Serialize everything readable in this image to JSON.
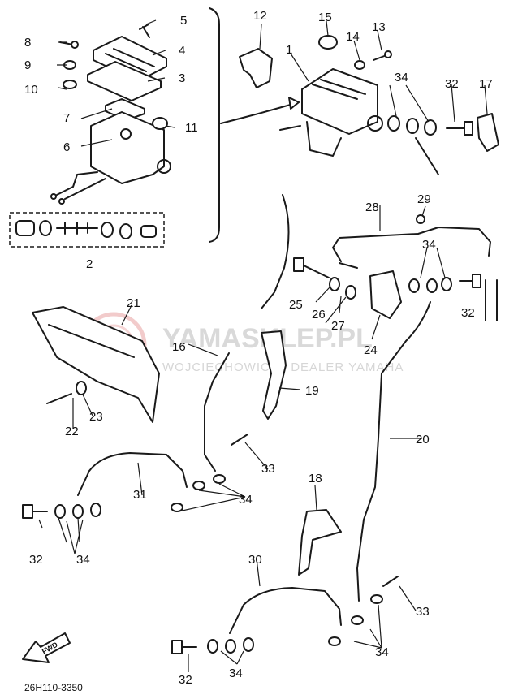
{
  "watermark": {
    "brand": "YAMASKLEP.PL",
    "subtitle": "WOJCIECHOWICZ | DEALER YAMAHA",
    "color": "#e8a0a0"
  },
  "diagram_code": "26H110-3350",
  "forward_label": "FWD",
  "callouts": [
    {
      "id": "c1",
      "text": "1"
    },
    {
      "id": "c2",
      "text": "2"
    },
    {
      "id": "c3",
      "text": "3"
    },
    {
      "id": "c4",
      "text": "4"
    },
    {
      "id": "c5",
      "text": "5"
    },
    {
      "id": "c6",
      "text": "6"
    },
    {
      "id": "c7",
      "text": "7"
    },
    {
      "id": "c8",
      "text": "8"
    },
    {
      "id": "c9",
      "text": "9"
    },
    {
      "id": "c10",
      "text": "10"
    },
    {
      "id": "c11",
      "text": "11"
    },
    {
      "id": "c12",
      "text": "12"
    },
    {
      "id": "c13",
      "text": "13"
    },
    {
      "id": "c14",
      "text": "14"
    },
    {
      "id": "c15",
      "text": "15"
    },
    {
      "id": "c16",
      "text": "16"
    },
    {
      "id": "c17",
      "text": "17"
    },
    {
      "id": "c18",
      "text": "18"
    },
    {
      "id": "c19",
      "text": "19"
    },
    {
      "id": "c20",
      "text": "20"
    },
    {
      "id": "c21",
      "text": "21"
    },
    {
      "id": "c22",
      "text": "22"
    },
    {
      "id": "c23",
      "text": "23"
    },
    {
      "id": "c24",
      "text": "24"
    },
    {
      "id": "c25",
      "text": "25"
    },
    {
      "id": "c26",
      "text": "26"
    },
    {
      "id": "c27",
      "text": "27"
    },
    {
      "id": "c28",
      "text": "28"
    },
    {
      "id": "c29",
      "text": "29"
    },
    {
      "id": "c30",
      "text": "30"
    },
    {
      "id": "c31",
      "text": "31"
    },
    {
      "id": "c32a",
      "text": "32"
    },
    {
      "id": "c32b",
      "text": "32"
    },
    {
      "id": "c32c",
      "text": "32"
    },
    {
      "id": "c32d",
      "text": "32"
    },
    {
      "id": "c33a",
      "text": "33"
    },
    {
      "id": "c33b",
      "text": "33"
    },
    {
      "id": "c34a",
      "text": "34"
    },
    {
      "id": "c34b",
      "text": "34"
    },
    {
      "id": "c34c",
      "text": "34"
    },
    {
      "id": "c34d",
      "text": "34"
    },
    {
      "id": "c34e",
      "text": "34"
    },
    {
      "id": "c34f",
      "text": "34"
    }
  ]
}
